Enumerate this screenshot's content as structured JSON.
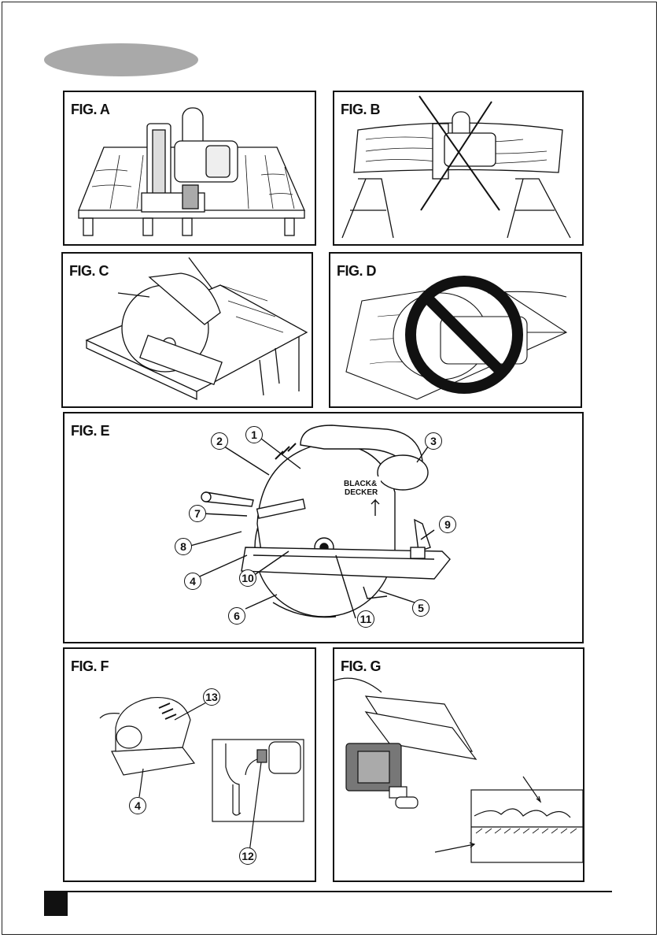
{
  "figures": {
    "a": {
      "label": "FIG. A"
    },
    "b": {
      "label": "FIG. B"
    },
    "c": {
      "label": "FIG. C"
    },
    "d": {
      "label": "FIG. D"
    },
    "e": {
      "label": "FIG. E",
      "brand_line1": "BLACK&",
      "brand_line2": "DECKER",
      "callouts": [
        "1",
        "2",
        "3",
        "4",
        "5",
        "6",
        "7",
        "8",
        "9",
        "10",
        "11"
      ]
    },
    "f": {
      "label": "FIG. F",
      "callouts": [
        "13",
        "4",
        "12"
      ]
    },
    "g": {
      "label": "FIG. G"
    }
  },
  "colors": {
    "ink": "#111111",
    "tab": "#a9a9a9",
    "accent_square": "#111111"
  },
  "icons": [
    "prohibited-icon",
    "cross-out-icon"
  ]
}
